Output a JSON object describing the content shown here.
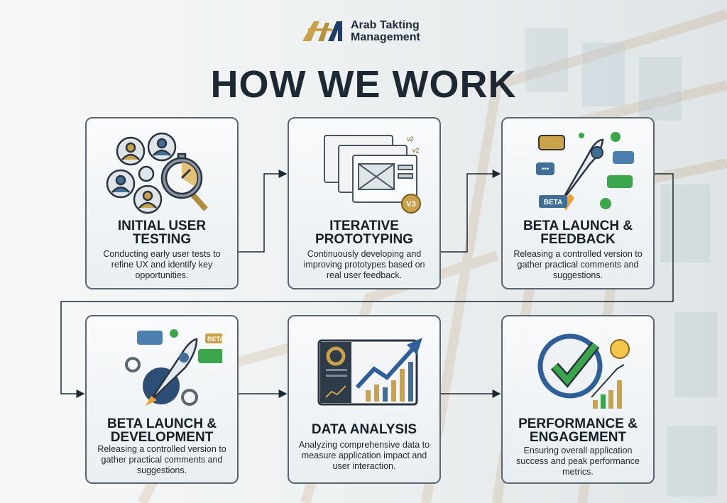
{
  "logo": {
    "text_line1": "Arab Takting",
    "text_line2": "Management"
  },
  "title": "HOW WE WORK",
  "colors": {
    "navy": "#1d2833",
    "blue": "#3f6f96",
    "gold": "#c9a24a",
    "green": "#3aa54a"
  },
  "steps": [
    {
      "title_line1": "INITIAL USER",
      "title_line2": "TESTING",
      "description": "Conducting early user tests to refine UX and identify key opportunities.",
      "icon": "users-stopwatch-magnifier-icon"
    },
    {
      "title_line1": "ITERATIVE",
      "title_line2": "PROTOTYPING",
      "description": "Continuously developing and improving prototypes based on real user feedback.",
      "icon": "wireframe-versions-icon",
      "badges": [
        "v2",
        "v2",
        "V3"
      ]
    },
    {
      "title_line1": "BETA LAUNCH &",
      "title_line2": "FEEDBACK",
      "description": "Releasing a controlled version to gather practical comments and suggestions.",
      "icon": "rocket-feedback-icon",
      "badge": "BETA"
    },
    {
      "title_line1": "BETA LAUNCH &",
      "title_line2": "DEVELOPMENT",
      "description": "Releasing a controlled version to gather practical comments and suggestions.",
      "icon": "rocket-gears-icon",
      "badge": "BETA"
    },
    {
      "title_line1": "DATA ANALYSIS",
      "title_line2": "",
      "description": "Analyzing comprehensive data to measure application impact and user interaction.",
      "icon": "analytics-dashboard-icon"
    },
    {
      "title_line1": "PERFORMANCE &",
      "title_line2": "ENGAGEMENT",
      "description": "Ensuring overall application success and peak performance metrics.",
      "icon": "checkmark-growth-icon"
    }
  ]
}
